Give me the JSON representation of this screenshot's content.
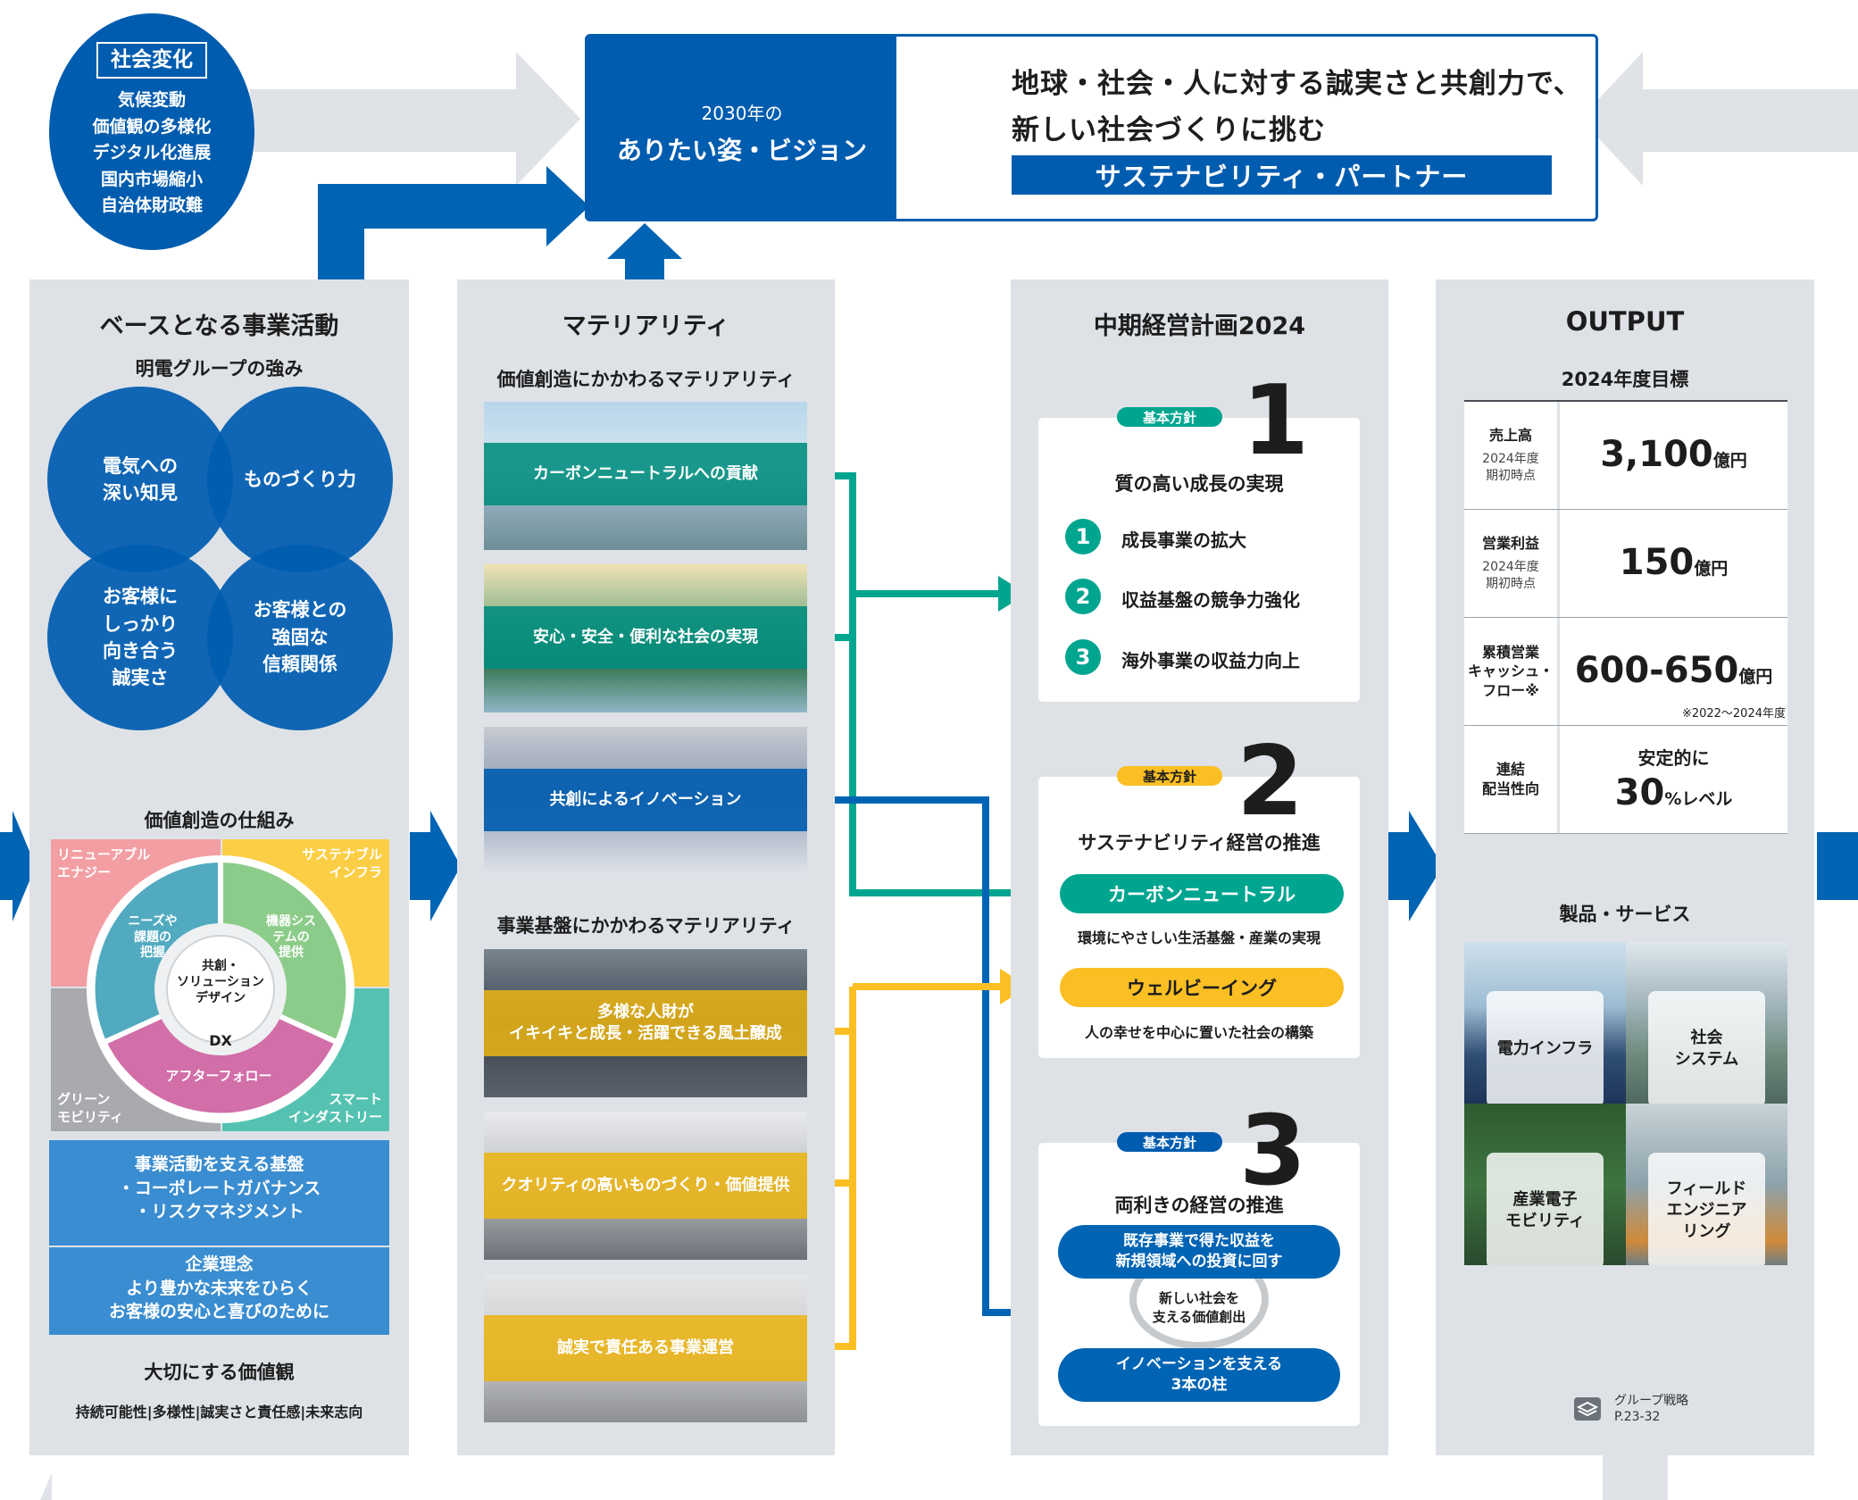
{
  "social_change": {
    "title": "社会変化",
    "items": [
      "気候変動",
      "価値観の多様化",
      "デジタル化進展",
      "国内市場縮小",
      "自治体財政難"
    ]
  },
  "vision": {
    "year": "2030年の",
    "label": "ありたい姿・ビジョン",
    "line1": "地球・社会・人に対する誠実さと共創力で、",
    "line2": "新しい社会づくりに挑む",
    "partner": "サステナビリティ・パートナー"
  },
  "base": {
    "title": "ベースとなる事業活動",
    "strengths_title": "明電グループの強み",
    "strengths": [
      "電気への\n深い知見",
      "ものづくり力",
      "お客様に\nしっかり\n向き合う\n誠実さ",
      "お客様との\n強固な\n信頼関係"
    ],
    "mechanism_title": "価値創造の仕組み",
    "quadrants": [
      "リニューアブル\nエナジー",
      "サステナブル\nインフラ",
      "グリーン\nモビリティ",
      "スマート\nインダストリー"
    ],
    "ring": [
      "ニーズや\n課題の\n把握",
      "機器シス\nテムの\n提供",
      "アフターフォロー"
    ],
    "center": "共創・\nソリューション\nデザイン",
    "dx": "DX",
    "foundation_title": "事業活動を支える基盤",
    "foundation_items": [
      "・コーポレートガバナンス",
      "・リスクマネジメント"
    ],
    "philosophy_title": "企業理念",
    "philosophy_text": "より豊かな未来をひらく\nお客様の安心と喜びのために",
    "values_title": "大切にする価値観",
    "values_text": "持続可能性|多様性|誠実さと責任感|未来志向"
  },
  "materiality": {
    "title": "マテリアリティ",
    "value_title": "価値創造にかかわるマテリアリティ",
    "value_items": [
      "カーボンニュートラルへの貢献",
      "安心・安全・便利な社会の実現",
      "共創によるイノベーション"
    ],
    "base_title": "事業基盤にかかわるマテリアリティ",
    "base_items": [
      "多様な人財が\nイキイキと成長・活躍できる風土醸成",
      "クオリティの高いものづくり・価値提供",
      "誠実で責任ある事業運営"
    ]
  },
  "plan": {
    "title": "中期経営計画2024",
    "tag": "基本方針",
    "p1": {
      "num": "1",
      "title": "質の高い成長の実現",
      "items": [
        {
          "n": "1",
          "t": "成長事業の拡大"
        },
        {
          "n": "2",
          "t": "収益基盤の競争力強化"
        },
        {
          "n": "3",
          "t": "海外事業の収益力向上"
        }
      ]
    },
    "p2": {
      "num": "2",
      "title": "サステナビリティ経営の推進",
      "cn": "カーボンニュートラル",
      "cn_desc": "環境にやさしい生活基盤・産業の実現",
      "wb": "ウェルビーイング",
      "wb_desc": "人の幸せを中心に置いた社会の構築"
    },
    "p3": {
      "num": "3",
      "title": "両利きの経営の推進",
      "top": "既存事業で得た収益を\n新規領域への投資に回す",
      "mid": "新しい社会を\n支える価値創出",
      "bottom": "イノベーションを支える\n3本の柱"
    }
  },
  "output": {
    "title": "OUTPUT",
    "target_title": "2024年度目標",
    "rows": [
      {
        "label": "売上高",
        "note": "2024年度\n期初時点",
        "value": "3,100",
        "unit": "億円",
        "footnote": ""
      },
      {
        "label": "営業利益",
        "note": "2024年度\n期初時点",
        "value": "150",
        "unit": "億円",
        "footnote": ""
      },
      {
        "label": "累積営業\nキャッシュ・\nフロー※",
        "note": "",
        "value": "600-650",
        "unit": "億円",
        "footnote": "※2022～2024年度"
      },
      {
        "label": "連結\n配当性向",
        "note": "",
        "pre": "安定的に",
        "value": "30",
        "unit": "%レベル",
        "footnote": ""
      }
    ],
    "products_title": "製品・サービス",
    "products": [
      "電力インフラ",
      "社会\nシステム",
      "産業電子\nモビリティ",
      "フィールド\nエンジニア\nリング"
    ],
    "ref_label": "グループ戦略",
    "ref_page": "P.23-32"
  },
  "colors": {
    "blue": "#005caf",
    "teal": "#00a590",
    "yellow": "#fbbf24",
    "panel": "#dee2e6"
  }
}
